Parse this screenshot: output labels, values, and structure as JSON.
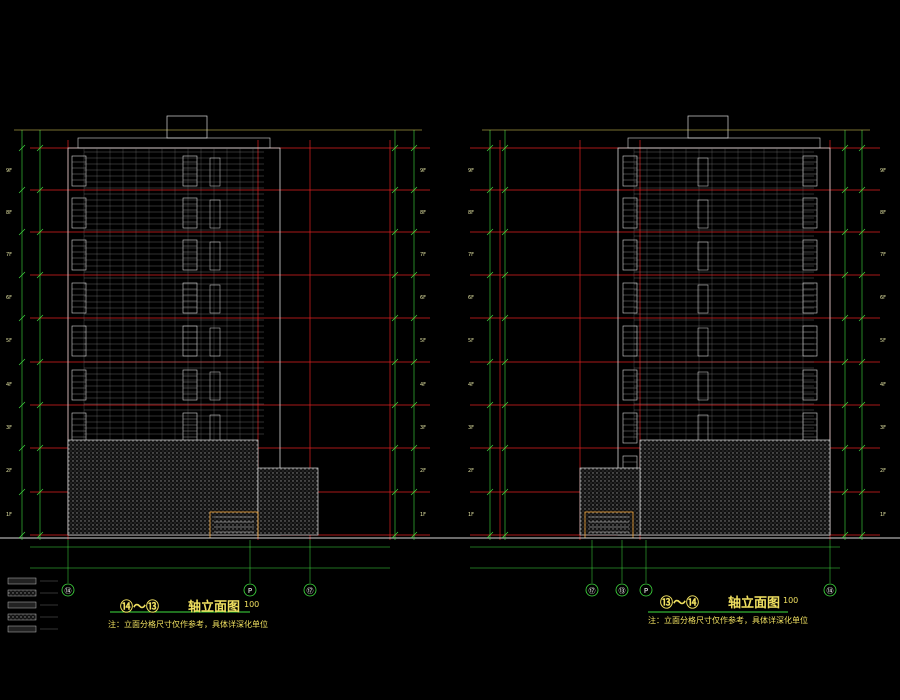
{
  "left_elevation": {
    "axis_range_label": "⑭～⑬",
    "title": "轴立面图",
    "scale": "100",
    "note": "注：立面分格尺寸仅作参考，具体详深化单位",
    "bottom_axes": [
      "⑭",
      "P",
      "⑰"
    ],
    "floor_labels": [
      "9F",
      "8F",
      "7F",
      "6F",
      "5F",
      "4F",
      "3F",
      "2F",
      "1F"
    ]
  },
  "right_elevation": {
    "axis_range_label": "⑬～⑭",
    "title": "轴立面图",
    "scale": "100",
    "note": "注：立面分格尺寸仅作参考，具体详深化单位",
    "bottom_axes": [
      "⑰",
      "⑬",
      "P",
      "⑭"
    ],
    "floor_labels": [
      "9F",
      "8F",
      "7F",
      "6F",
      "5F",
      "4F",
      "3F",
      "2F",
      "1F"
    ]
  },
  "colors": {
    "background": "#000000",
    "building_line": "#d8d8d8",
    "grid_red": "#e02020",
    "dim_green": "#40e040",
    "text_yellow": "#f0e060",
    "hatch": "#9a9a9a"
  }
}
